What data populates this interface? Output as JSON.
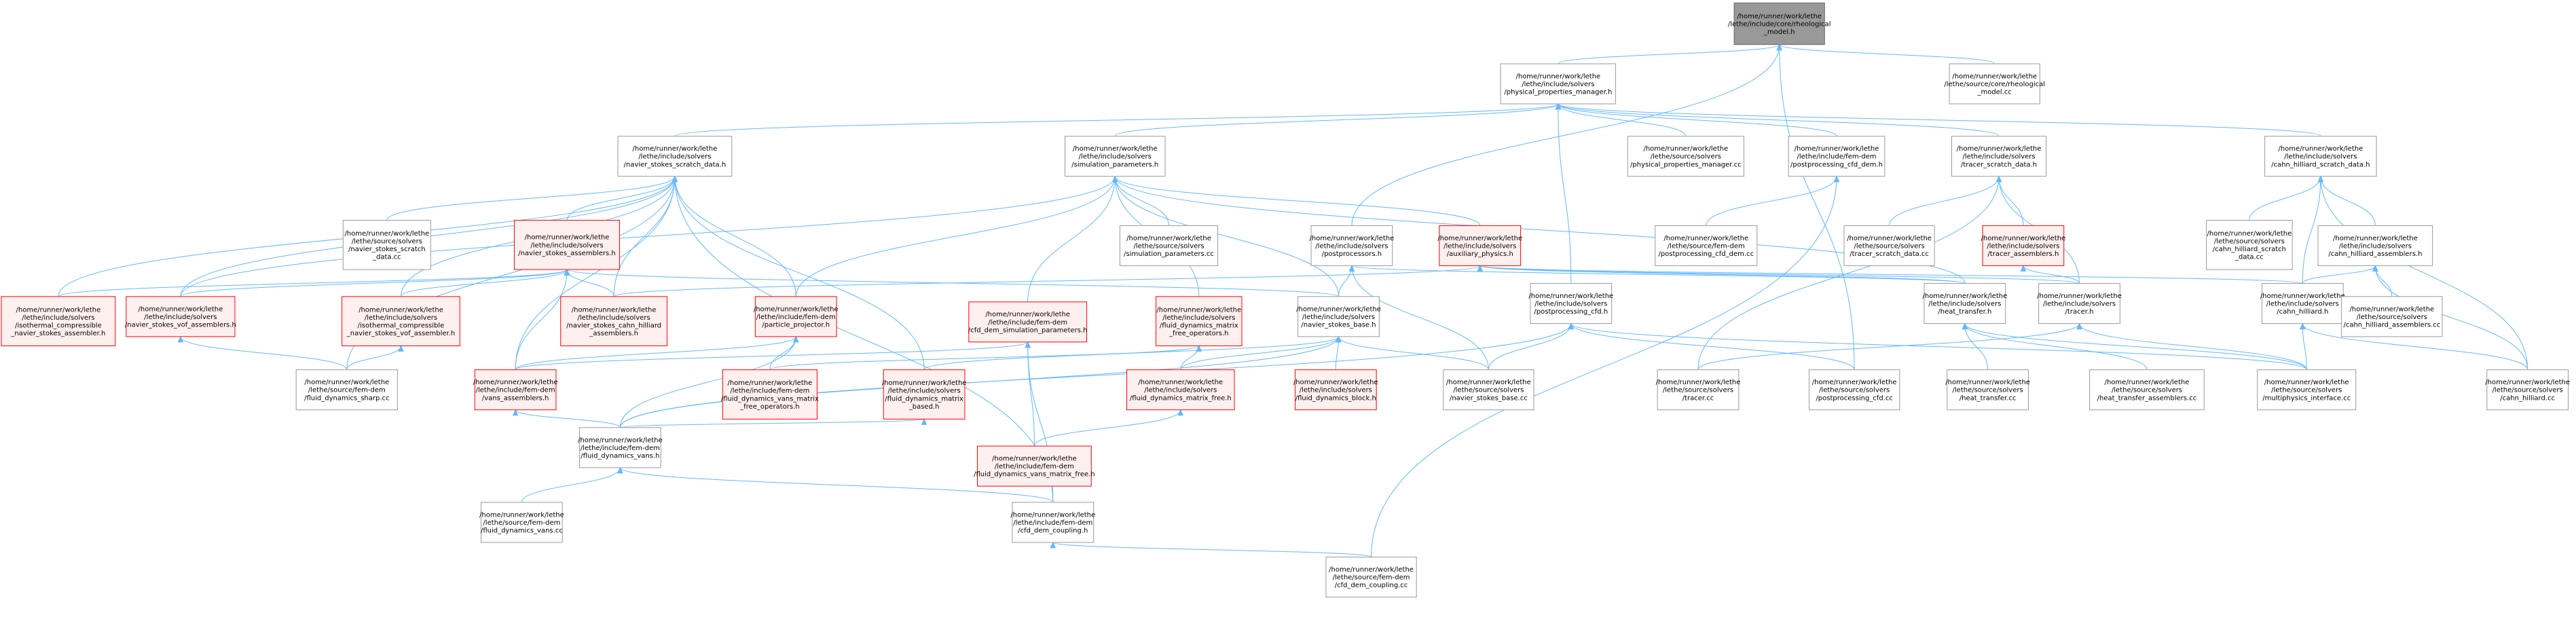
{
  "graph": {
    "nodes": [
      {
        "id": "root",
        "style": "root",
        "lines": [
          "/home/runner/work/lethe",
          "/lethe/include/core/rheological",
          "_model.h"
        ]
      },
      {
        "id": "ppm",
        "style": "plain",
        "lines": [
          "/home/runner/work/lethe",
          "/lethe/include/solvers",
          "/physical_properties_manager.h"
        ]
      },
      {
        "id": "rheo_cc",
        "style": "plain",
        "lines": [
          "/home/runner/work/lethe",
          "/lethe/source/core/rheological",
          "_model.cc"
        ]
      },
      {
        "id": "ns_scratch",
        "style": "plain",
        "lines": [
          "/home/runner/work/lethe",
          "/lethe/include/solvers",
          "/navier_stokes_scratch_data.h"
        ]
      },
      {
        "id": "sim_params",
        "style": "plain",
        "lines": [
          "/home/runner/work/lethe",
          "/lethe/include/solvers",
          "/simulation_parameters.h"
        ]
      },
      {
        "id": "ppm_cc",
        "style": "plain",
        "lines": [
          "/home/runner/work/lethe",
          "/lethe/source/solvers",
          "/physical_properties_manager.cc"
        ]
      },
      {
        "id": "pp_cfd_dem",
        "style": "plain",
        "lines": [
          "/home/runner/work/lethe",
          "/lethe/include/fem-dem",
          "/postprocessing_cfd_dem.h"
        ]
      },
      {
        "id": "tracer_scratch",
        "style": "plain",
        "lines": [
          "/home/runner/work/lethe",
          "/lethe/include/solvers",
          "/tracer_scratch_data.h"
        ]
      },
      {
        "id": "ch_scratch",
        "style": "plain",
        "lines": [
          "/home/runner/work/lethe",
          "/lethe/include/solvers",
          "/cahn_hilliard_scratch_data.h"
        ]
      },
      {
        "id": "ns_scratch_cc",
        "style": "plain",
        "lines": [
          "/home/runner/work/lethe",
          "/lethe/source/solvers",
          "/navier_stokes_scratch",
          "_data.cc"
        ]
      },
      {
        "id": "ns_assemblers",
        "style": "red",
        "lines": [
          "/home/runner/work/lethe",
          "/lethe/include/solvers",
          "/navier_stokes_assemblers.h"
        ]
      },
      {
        "id": "sim_params_cc",
        "style": "plain",
        "lines": [
          "/home/runner/work/lethe",
          "/lethe/source/solvers",
          "/simulation_parameters.cc"
        ]
      },
      {
        "id": "postprocessors",
        "style": "plain",
        "lines": [
          "/home/runner/work/lethe",
          "/lethe/include/solvers",
          "/postprocessors.h"
        ]
      },
      {
        "id": "aux_physics",
        "style": "red",
        "lines": [
          "/home/runner/work/lethe",
          "/lethe/include/solvers",
          "/auxiliary_physics.h"
        ]
      },
      {
        "id": "pp_cfd_dem_cc",
        "style": "plain",
        "lines": [
          "/home/runner/work/lethe",
          "/lethe/source/fem-dem",
          "/postprocessing_cfd_dem.cc"
        ]
      },
      {
        "id": "tracer_scratch_cc",
        "style": "plain",
        "lines": [
          "/home/runner/work/lethe",
          "/lethe/source/solvers",
          "/tracer_scratch_data.cc"
        ]
      },
      {
        "id": "tracer_assemblers",
        "style": "red",
        "lines": [
          "/home/runner/work/lethe",
          "/lethe/include/solvers",
          "/tracer_assemblers.h"
        ]
      },
      {
        "id": "ch_scratch_cc",
        "style": "plain",
        "lines": [
          "/home/runner/work/lethe",
          "/lethe/source/solvers",
          "/cahn_hilliard_scratch",
          "_data.cc"
        ]
      },
      {
        "id": "ch_assemblers",
        "style": "plain",
        "lines": [
          "/home/runner/work/lethe",
          "/lethe/include/solvers",
          "/cahn_hilliard_assemblers.h"
        ]
      },
      {
        "id": "iso_comp_asm",
        "style": "red",
        "lines": [
          "/home/runner/work/lethe",
          "/lethe/include/solvers",
          "/isothermal_compressible",
          "_navier_stokes_assembler.h"
        ]
      },
      {
        "id": "ns_vof_asm",
        "style": "red",
        "lines": [
          "/home/runner/work/lethe",
          "/lethe/include/solvers",
          "/navier_stokes_vof_assemblers.h"
        ]
      },
      {
        "id": "iso_comp_vof_asm",
        "style": "red",
        "lines": [
          "/home/runner/work/lethe",
          "/lethe/include/solvers",
          "/isothermal_compressible",
          "_navier_stokes_vof_assembler.h"
        ]
      },
      {
        "id": "ns_ch_asm",
        "style": "red",
        "lines": [
          "/home/runner/work/lethe",
          "/lethe/include/solvers",
          "/navier_stokes_cahn_hilliard",
          "_assemblers.h"
        ]
      },
      {
        "id": "particle_proj",
        "style": "red",
        "lines": [
          "/home/runner/work/lethe",
          "/lethe/include/fem-dem",
          "/particle_projector.h"
        ]
      },
      {
        "id": "cfd_dem_sim",
        "style": "red",
        "lines": [
          "/home/runner/work/lethe",
          "/lethe/include/fem-dem",
          "/cfd_dem_simulation_parameters.h"
        ]
      },
      {
        "id": "fd_mf_ops",
        "style": "red",
        "lines": [
          "/home/runner/work/lethe",
          "/lethe/include/solvers",
          "/fluid_dynamics_matrix",
          "_free_operators.h"
        ]
      },
      {
        "id": "ns_base",
        "style": "plain",
        "lines": [
          "/home/runner/work/lethe",
          "/lethe/include/solvers",
          "/navier_stokes_base.h"
        ]
      },
      {
        "id": "pp_cfd",
        "style": "plain",
        "lines": [
          "/home/runner/work/lethe",
          "/lethe/include/solvers",
          "/postprocessing_cfd.h"
        ]
      },
      {
        "id": "heat_transfer",
        "style": "plain",
        "lines": [
          "/home/runner/work/lethe",
          "/lethe/include/solvers",
          "/heat_transfer.h"
        ]
      },
      {
        "id": "tracer_h",
        "style": "plain",
        "lines": [
          "/home/runner/work/lethe",
          "/lethe/include/solvers",
          "/tracer.h"
        ]
      },
      {
        "id": "ch_h",
        "style": "plain",
        "lines": [
          "/home/runner/work/lethe",
          "/lethe/include/solvers",
          "/cahn_hilliard.h"
        ]
      },
      {
        "id": "ch_asm_cc",
        "style": "plain",
        "lines": [
          "/home/runner/work/lethe",
          "/lethe/source/solvers",
          "/cahn_hilliard_assemblers.cc"
        ]
      },
      {
        "id": "fd_sharp_cc",
        "style": "plain",
        "lines": [
          "/home/runner/work/lethe",
          "/lethe/source/fem-dem",
          "/fluid_dynamics_sharp.cc"
        ]
      },
      {
        "id": "vans_asm",
        "style": "red",
        "lines": [
          "/home/runner/work/lethe",
          "/lethe/include/fem-dem",
          "/vans_assemblers.h"
        ]
      },
      {
        "id": "fd_vans_mf_ops",
        "style": "red",
        "lines": [
          "/home/runner/work/lethe",
          "/lethe/include/fem-dem",
          "/fluid_dynamics_vans_matrix",
          "_free_operators.h"
        ]
      },
      {
        "id": "fd_mb",
        "style": "red",
        "lines": [
          "/home/runner/work/lethe",
          "/lethe/include/solvers",
          "/fluid_dynamics_matrix",
          "_based.h"
        ]
      },
      {
        "id": "fd_mf",
        "style": "red",
        "lines": [
          "/home/runner/work/lethe",
          "/lethe/include/solvers",
          "/fluid_dynamics_matrix_free.h"
        ]
      },
      {
        "id": "fd_block",
        "style": "red",
        "lines": [
          "/home/runner/work/lethe",
          "/lethe/include/solvers",
          "/fluid_dynamics_block.h"
        ]
      },
      {
        "id": "ns_base_cc",
        "style": "plain",
        "lines": [
          "/home/runner/work/lethe",
          "/lethe/source/solvers",
          "/navier_stokes_base.cc"
        ]
      },
      {
        "id": "tracer_cc",
        "style": "plain",
        "lines": [
          "/home/runner/work/lethe",
          "/lethe/source/solvers",
          "/tracer.cc"
        ]
      },
      {
        "id": "pp_cfd_cc",
        "style": "plain",
        "lines": [
          "/home/runner/work/lethe",
          "/lethe/source/solvers",
          "/postprocessing_cfd.cc"
        ]
      },
      {
        "id": "heat_transfer_cc",
        "style": "plain",
        "lines": [
          "/home/runner/work/lethe",
          "/lethe/source/solvers",
          "/heat_transfer.cc"
        ]
      },
      {
        "id": "ht_asm_cc",
        "style": "plain",
        "lines": [
          "/home/runner/work/lethe",
          "/lethe/source/solvers",
          "/heat_transfer_assemblers.cc"
        ]
      },
      {
        "id": "mp_iface_cc",
        "style": "plain",
        "lines": [
          "/home/runner/work/lethe",
          "/lethe/source/solvers",
          "/multiphysics_interface.cc"
        ]
      },
      {
        "id": "ch_cc",
        "style": "plain",
        "lines": [
          "/home/runner/work/lethe",
          "/lethe/source/solvers",
          "/cahn_hilliard.cc"
        ]
      },
      {
        "id": "fd_vans_mf",
        "style": "red",
        "lines": [
          "/home/runner/work/lethe",
          "/lethe/include/fem-dem",
          "/fluid_dynamics_vans_matrix_free.h"
        ]
      },
      {
        "id": "fd_vans_h",
        "style": "plain",
        "lines": [
          "/home/runner/work/lethe",
          "/lethe/include/fem-dem",
          "/fluid_dynamics_vans.h"
        ]
      },
      {
        "id": "fd_vans_cc",
        "style": "plain",
        "lines": [
          "/home/runner/work/lethe",
          "/lethe/source/fem-dem",
          "/fluid_dynamics_vans.cc"
        ]
      },
      {
        "id": "cfd_dem_coupling_h",
        "style": "plain",
        "lines": [
          "/home/runner/work/lethe",
          "/lethe/include/fem-dem",
          "/cfd_dem_coupling.h"
        ]
      },
      {
        "id": "cfd_dem_coupling_cc",
        "style": "plain",
        "lines": [
          "/home/runner/work/lethe",
          "/lethe/source/fem-dem",
          "/cfd_dem_coupling.cc"
        ]
      }
    ],
    "edges": [
      [
        "root",
        "ppm"
      ],
      [
        "root",
        "rheo_cc"
      ],
      [
        "root",
        "postprocessors"
      ],
      [
        "root",
        "pp_cfd_cc"
      ],
      [
        "ppm",
        "ns_scratch"
      ],
      [
        "ppm",
        "sim_params"
      ],
      [
        "ppm",
        "ppm_cc"
      ],
      [
        "ppm",
        "pp_cfd_dem"
      ],
      [
        "ppm",
        "tracer_scratch"
      ],
      [
        "ppm",
        "ch_scratch"
      ],
      [
        "ppm",
        "pp_cfd"
      ],
      [
        "ns_scratch",
        "ns_scratch_cc"
      ],
      [
        "ns_scratch",
        "ns_assemblers"
      ],
      [
        "ns_scratch",
        "iso_comp_asm"
      ],
      [
        "ns_scratch",
        "ns_vof_asm"
      ],
      [
        "ns_scratch",
        "iso_comp_vof_asm"
      ],
      [
        "ns_scratch",
        "ns_ch_asm"
      ],
      [
        "ns_scratch",
        "particle_proj"
      ],
      [
        "ns_scratch",
        "vans_asm"
      ],
      [
        "ns_scratch",
        "fd_mb"
      ],
      [
        "ns_scratch",
        "cfd_dem_coupling_h"
      ],
      [
        "ns_scratch",
        "fd_sharp_cc"
      ],
      [
        "sim_params",
        "sim_params_cc"
      ],
      [
        "sim_params",
        "aux_physics"
      ],
      [
        "sim_params",
        "cfd_dem_sim"
      ],
      [
        "sim_params",
        "fd_mf_ops"
      ],
      [
        "sim_params",
        "ns_base"
      ],
      [
        "sim_params",
        "particle_proj"
      ],
      [
        "sim_params",
        "ns_vof_asm"
      ],
      [
        "sim_params",
        "heat_transfer"
      ],
      [
        "pp_cfd_dem",
        "pp_cfd_dem_cc"
      ],
      [
        "pp_cfd_dem",
        "cfd_dem_coupling_cc"
      ],
      [
        "tracer_scratch",
        "tracer_scratch_cc"
      ],
      [
        "tracer_scratch",
        "tracer_assemblers"
      ],
      [
        "tracer_scratch",
        "tracer_h"
      ],
      [
        "tracer_scratch",
        "tracer_cc"
      ],
      [
        "ch_scratch",
        "ch_scratch_cc"
      ],
      [
        "ch_scratch",
        "ch_assemblers"
      ],
      [
        "ch_scratch",
        "ch_h"
      ],
      [
        "ch_scratch",
        "ch_cc"
      ],
      [
        "ns_assemblers",
        "iso_comp_asm"
      ],
      [
        "ns_assemblers",
        "ns_vof_asm"
      ],
      [
        "ns_assemblers",
        "iso_comp_vof_asm"
      ],
      [
        "ns_assemblers",
        "ns_ch_asm"
      ],
      [
        "ns_assemblers",
        "vans_asm"
      ],
      [
        "ns_assemblers",
        "ns_base"
      ],
      [
        "postprocessors",
        "ns_base"
      ],
      [
        "postprocessors",
        "ns_base_cc"
      ],
      [
        "postprocessors",
        "heat_transfer"
      ],
      [
        "aux_physics",
        "heat_transfer"
      ],
      [
        "aux_physics",
        "tracer_h"
      ],
      [
        "aux_physics",
        "ch_h"
      ],
      [
        "aux_physics",
        "ns_ch_asm"
      ],
      [
        "tracer_assemblers",
        "tracer_h"
      ],
      [
        "ch_assemblers",
        "ch_h"
      ],
      [
        "ch_assemblers",
        "ch_asm_cc"
      ],
      [
        "ch_assemblers",
        "ch_cc"
      ],
      [
        "ns_vof_asm",
        "fd_sharp_cc"
      ],
      [
        "iso_comp_vof_asm",
        "fd_sharp_cc"
      ],
      [
        "particle_proj",
        "vans_asm"
      ],
      [
        "particle_proj",
        "fd_vans_mf_ops"
      ],
      [
        "particle_proj",
        "fd_vans_h"
      ],
      [
        "cfd_dem_sim",
        "vans_asm"
      ],
      [
        "cfd_dem_sim",
        "fd_vans_mf"
      ],
      [
        "cfd_dem_sim",
        "cfd_dem_coupling_h"
      ],
      [
        "fd_mf_ops",
        "fd_mf"
      ],
      [
        "fd_mf_ops",
        "fd_vans_mf_ops"
      ],
      [
        "ns_base",
        "fd_mb"
      ],
      [
        "ns_base",
        "fd_mf"
      ],
      [
        "ns_base",
        "fd_block"
      ],
      [
        "ns_base",
        "ns_base_cc"
      ],
      [
        "ns_base",
        "fd_vans_h"
      ],
      [
        "pp_cfd",
        "pp_cfd_cc"
      ],
      [
        "pp_cfd",
        "ns_base_cc"
      ],
      [
        "pp_cfd",
        "fd_vans_h"
      ],
      [
        "pp_cfd",
        "mp_iface_cc"
      ],
      [
        "heat_transfer",
        "heat_transfer_cc"
      ],
      [
        "heat_transfer",
        "ht_asm_cc"
      ],
      [
        "heat_transfer",
        "mp_iface_cc"
      ],
      [
        "tracer_h",
        "tracer_cc"
      ],
      [
        "tracer_h",
        "mp_iface_cc"
      ],
      [
        "ch_h",
        "ch_cc"
      ],
      [
        "ch_h",
        "mp_iface_cc"
      ],
      [
        "vans_asm",
        "fd_vans_h"
      ],
      [
        "fd_mb",
        "fd_vans_h"
      ],
      [
        "fd_mf",
        "fd_vans_mf"
      ],
      [
        "fd_vans_h",
        "fd_vans_cc"
      ],
      [
        "fd_vans_h",
        "cfd_dem_coupling_h"
      ],
      [
        "cfd_dem_coupling_h",
        "cfd_dem_coupling_cc"
      ]
    ]
  }
}
